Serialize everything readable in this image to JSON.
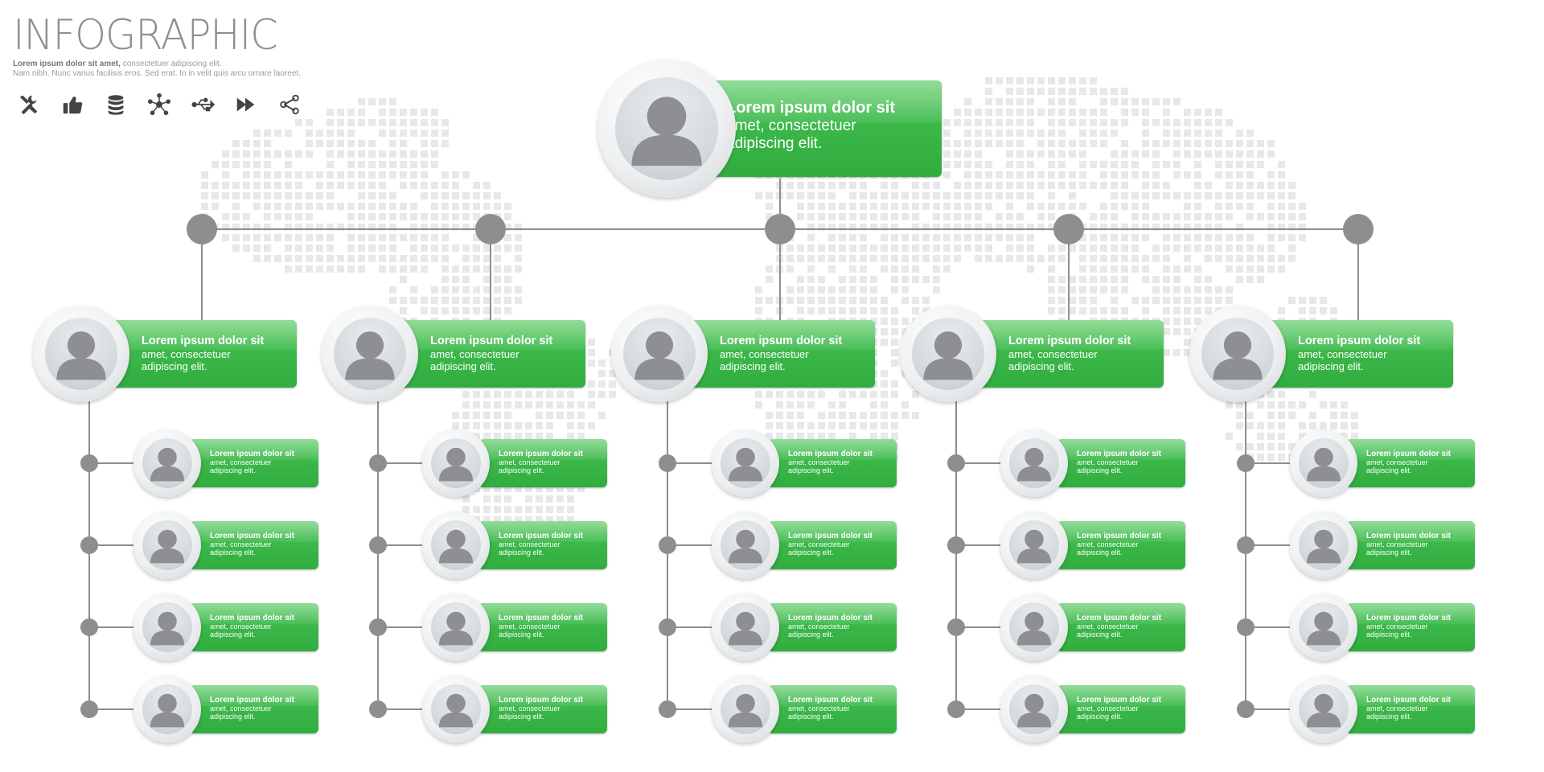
{
  "header": {
    "title": "INFOGRAPHIC",
    "lead_strong": "Lorem ipsum dolor sit amet,",
    "lead_rest": " consectetuer adipiscing elit.",
    "line2": "Nam nibh. Nunc varius facilisis eros. Sed erat. In in velit quis arcu ornare laoreet."
  },
  "icons": [
    {
      "name": "tools-icon"
    },
    {
      "name": "thumbs-up-icon"
    },
    {
      "name": "database-icon"
    },
    {
      "name": "network-icon"
    },
    {
      "name": "usb-icon"
    },
    {
      "name": "fast-forward-icon"
    },
    {
      "name": "share-icon"
    }
  ],
  "colors": {
    "accent_green": "#3cb84a",
    "connector_gray": "#8e8e90",
    "title_gray": "#8f8f8f",
    "map_dot": "#e7e8ea"
  },
  "org": {
    "root": {
      "line1": "Lorem ipsum dolor sit",
      "line2": "amet, consectetuer",
      "line3": "adipiscing elit."
    },
    "departments": [
      {
        "line1": "Lorem ipsum dolor sit",
        "line2": "amet, consectetuer",
        "line3": "adipiscing elit.",
        "members": [
          {
            "line1": "Lorem ipsum dolor sit",
            "line2": "amet, consectetuer",
            "line3": "adipiscing elit."
          },
          {
            "line1": "Lorem ipsum dolor sit",
            "line2": "amet, consectetuer",
            "line3": "adipiscing elit."
          },
          {
            "line1": "Lorem ipsum dolor sit",
            "line2": "amet, consectetuer",
            "line3": "adipiscing elit."
          },
          {
            "line1": "Lorem ipsum dolor sit",
            "line2": "amet, consectetuer",
            "line3": "adipiscing elit."
          }
        ]
      },
      {
        "line1": "Lorem ipsum dolor sit",
        "line2": "amet, consectetuer",
        "line3": "adipiscing elit.",
        "members": [
          {
            "line1": "Lorem ipsum dolor sit",
            "line2": "amet, consectetuer",
            "line3": "adipiscing elit."
          },
          {
            "line1": "Lorem ipsum dolor sit",
            "line2": "amet, consectetuer",
            "line3": "adipiscing elit."
          },
          {
            "line1": "Lorem ipsum dolor sit",
            "line2": "amet, consectetuer",
            "line3": "adipiscing elit."
          },
          {
            "line1": "Lorem ipsum dolor sit",
            "line2": "amet, consectetuer",
            "line3": "adipiscing elit."
          }
        ]
      },
      {
        "line1": "Lorem ipsum dolor sit",
        "line2": "amet, consectetuer",
        "line3": "adipiscing elit.",
        "members": [
          {
            "line1": "Lorem ipsum dolor sit",
            "line2": "amet, consectetuer",
            "line3": "adipiscing elit."
          },
          {
            "line1": "Lorem ipsum dolor sit",
            "line2": "amet, consectetuer",
            "line3": "adipiscing elit."
          },
          {
            "line1": "Lorem ipsum dolor sit",
            "line2": "amet, consectetuer",
            "line3": "adipiscing elit."
          },
          {
            "line1": "Lorem ipsum dolor sit",
            "line2": "amet, consectetuer",
            "line3": "adipiscing elit."
          }
        ]
      },
      {
        "line1": "Lorem ipsum dolor sit",
        "line2": "amet, consectetuer",
        "line3": "adipiscing elit.",
        "members": [
          {
            "line1": "Lorem ipsum dolor sit",
            "line2": "amet, consectetuer",
            "line3": "adipiscing elit."
          },
          {
            "line1": "Lorem ipsum dolor sit",
            "line2": "amet, consectetuer",
            "line3": "adipiscing elit."
          },
          {
            "line1": "Lorem ipsum dolor sit",
            "line2": "amet, consectetuer",
            "line3": "adipiscing elit."
          },
          {
            "line1": "Lorem ipsum dolor sit",
            "line2": "amet, consectetuer",
            "line3": "adipiscing elit."
          }
        ]
      },
      {
        "line1": "Lorem ipsum dolor sit",
        "line2": "amet, consectetuer",
        "line3": "adipiscing elit.",
        "members": [
          {
            "line1": "Lorem ipsum dolor sit",
            "line2": "amet, consectetuer",
            "line3": "adipiscing elit."
          },
          {
            "line1": "Lorem ipsum dolor sit",
            "line2": "amet, consectetuer",
            "line3": "adipiscing elit."
          },
          {
            "line1": "Lorem ipsum dolor sit",
            "line2": "amet, consectetuer",
            "line3": "adipiscing elit."
          },
          {
            "line1": "Lorem ipsum dolor sit",
            "line2": "amet, consectetuer",
            "line3": "adipiscing elit."
          }
        ]
      }
    ]
  }
}
